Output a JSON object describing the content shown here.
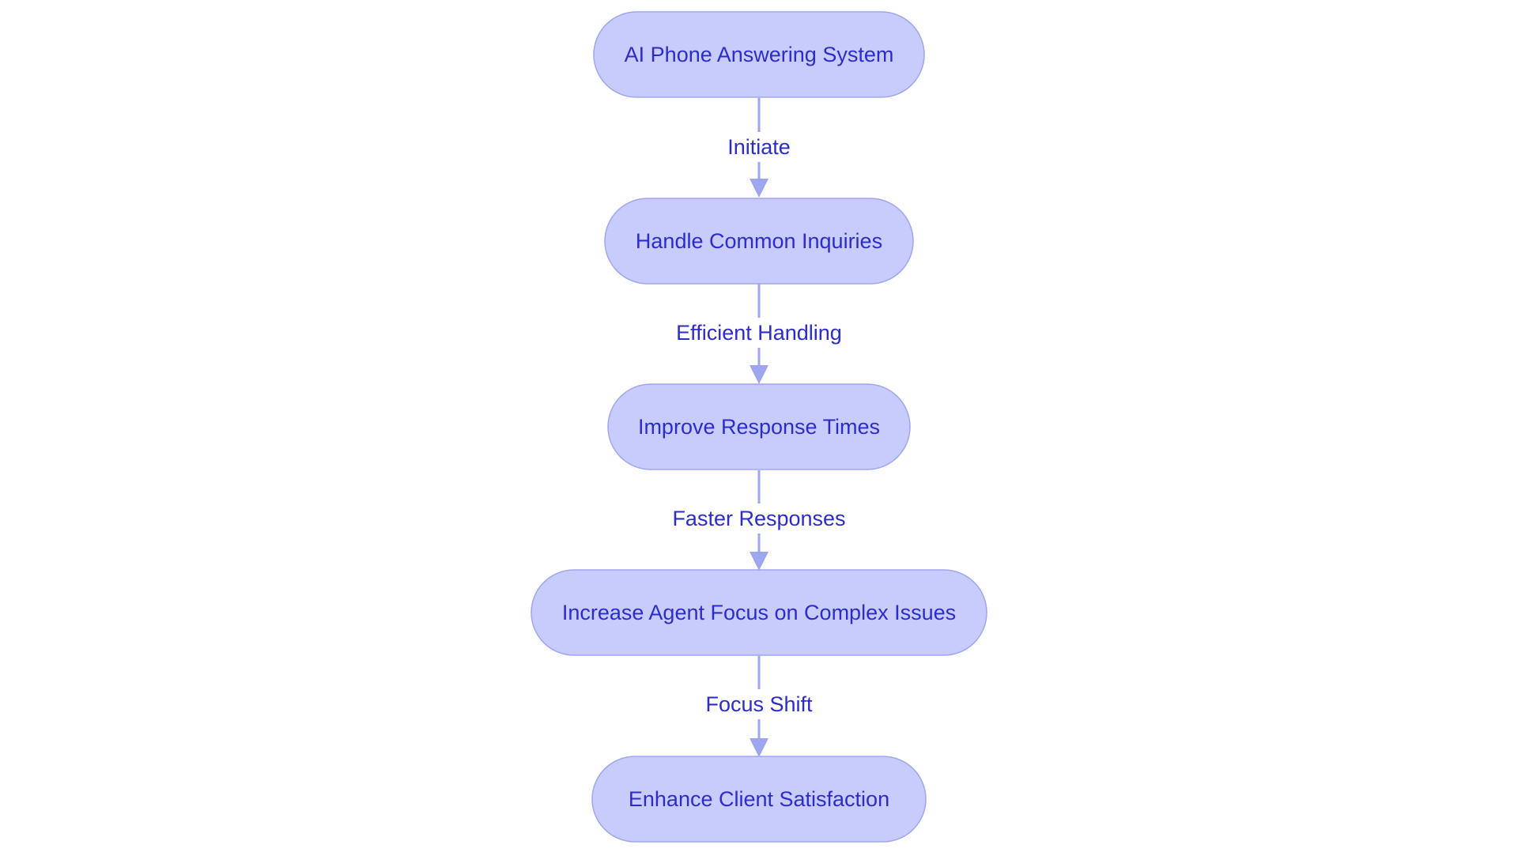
{
  "diagram": {
    "type": "flowchart",
    "direction": "top-to-bottom",
    "colors": {
      "node_fill": "#c8ccfd",
      "node_stroke": "#9fa6f0",
      "text": "#2c2cc9",
      "edge": "#9fa6f0",
      "background": "#ffffff"
    },
    "nodes": [
      {
        "id": "n1",
        "label": "AI Phone Answering System"
      },
      {
        "id": "n2",
        "label": "Handle Common Inquiries"
      },
      {
        "id": "n3",
        "label": "Improve Response Times"
      },
      {
        "id": "n4",
        "label": "Increase Agent Focus on Complex Issues"
      },
      {
        "id": "n5",
        "label": "Enhance Client Satisfaction"
      }
    ],
    "edges": [
      {
        "from": "n1",
        "to": "n2",
        "label": "Initiate"
      },
      {
        "from": "n2",
        "to": "n3",
        "label": "Efficient Handling"
      },
      {
        "from": "n3",
        "to": "n4",
        "label": "Faster Responses"
      },
      {
        "from": "n4",
        "to": "n5",
        "label": "Focus Shift"
      }
    ]
  }
}
